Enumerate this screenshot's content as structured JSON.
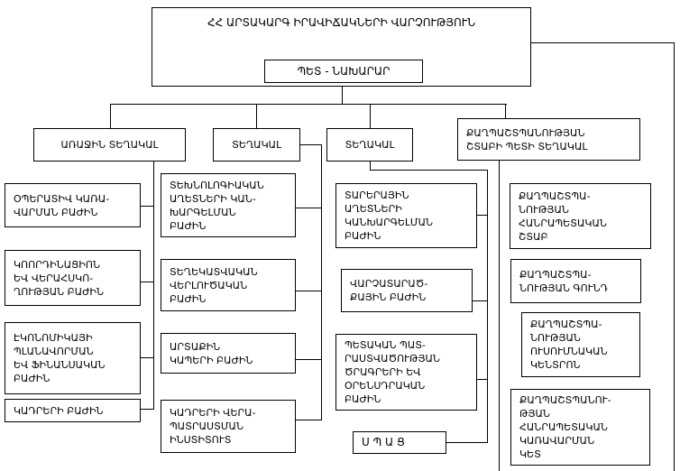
{
  "page": {
    "background_color": "#ffffff",
    "line_color": "#000000",
    "text_color": "#000000"
  },
  "org_chart": {
    "title": "ՀՀ ԱՐՏԱԿԱՐԳ ԻՐԱՎԻՃԱԿՆԵՐԻ ՎԱՐՉՈՒԹՅՈՒՆ",
    "head": "ՊԵՏ - ՆԱԽԱՐԱՐ",
    "deputies": [
      {
        "label": "ԱՌԱՋԻՆ ՏԵՂԱԿԱԼ"
      },
      {
        "label": "ՏԵՂԱԿԱԼ"
      },
      {
        "label": "ՏԵՂԱԿԱԼ"
      },
      {
        "label": "ՔԱՂՊԱՇՏՊԱՆՈՒԹՅԱՆ\nՇՏԱԲԻ ՊԵՏԻ ՏԵՂԱԿԱԼ"
      }
    ],
    "columns": [
      {
        "units": [
          "ՕՊԵՐԱՏԻՎ ԿԱՌԱ-\nՎԱՐՄԱՆ ԲԱԺԻՆ",
          "ԿՈՈՐԴԻՆԱՑԻՈՆ\nԵՎ ՎԵՐԱՀՍԿՈ-\nՂՈՒԹՅԱՆ ԲԱԺԻՆ",
          "ԷԿՈՆՈՄԻԿԱՅԻ\nՊԼԱՆԱՎՈՐՄԱՆ\nԵՎ ՖԻՆԱՆՍԱԿԱՆ\nԲԱԺԻՆ",
          "ԿԱԴՐԵՐԻ ԲԱԺԻՆ"
        ]
      },
      {
        "units": [
          "ՏԵԽՆՈԼՈԳԻԱԿԱՆ\nԱՂԵՏՆԵՐԻ ԿԱՆ-\nԽԱՐԳԵԼՄԱՆ\nԲԱԺԻՆ",
          "ՏԵՂԵԿԱՏՎԱԿԱՆ\nՎԵՐԼՈՒԾԱԿԱՆ\nԲԱԺԻՆ",
          "ԱՐՏԱՔԻՆ\nԿԱՊԵՐԻ ԲԱԺԻՆ",
          "ԿԱԴՐԵՐԻ ՎԵՐԱ-\nՊԱՏՐԱՍՏՄԱՆ\nԻՆՍՏԻՏՈՒՏ"
        ]
      },
      {
        "units": [
          "ՏԱՐԵՐԱՅԻՆ\nԱՂԵՏՆԵՐԻ\nԿԱՆԽԱՐԳԵԼՄԱՆ\nԲԱԺԻՆ",
          "ՎԱՐՉԱՏԱՐԱԾ-\nՔԱՅԻՆ ԲԱԺԻՆ",
          "ՊԵՏԱԿԱՆ ՊԱՏ-\nՐԱՍՏՎԱԾՈՒԹՅԱՆ\nԾՐԱԳՐԵՐԻ ԵՎ\nՕՐԵՆՍԴՐԱԿԱՆ\nԲԱԺԻՆ",
          "Ս Պ Ա Ց"
        ]
      },
      {
        "units": [
          "ՔԱՂՊԱՇՏՊԱ-\nՆՈՒԹՅԱՆ\nՀԱՆՐԱՊԵՏԱԿԱՆ\nՇՏԱԲ",
          "ՔԱՂՊԱՇՏՊԱ-\nՆՈՒԹՅԱՆ ԳՈՒՆԴ",
          "ՔԱՂՊԱՇՏՊԱ-\nՆՈՒԹՅԱՆ\nՈՒՍՈՒՄՆԱԿԱՆ\nԿԵՆՏՐՈՆ",
          "ՔԱՂՊԱՇՏՊԱՆՈՒ-\nԹՅԱՆ\nՀԱՆՐԱՊԵՏԱԿԱՆ\nԿԱՌԱՎԱՐՄԱՆ\nԿԵՏ"
        ]
      }
    ]
  }
}
